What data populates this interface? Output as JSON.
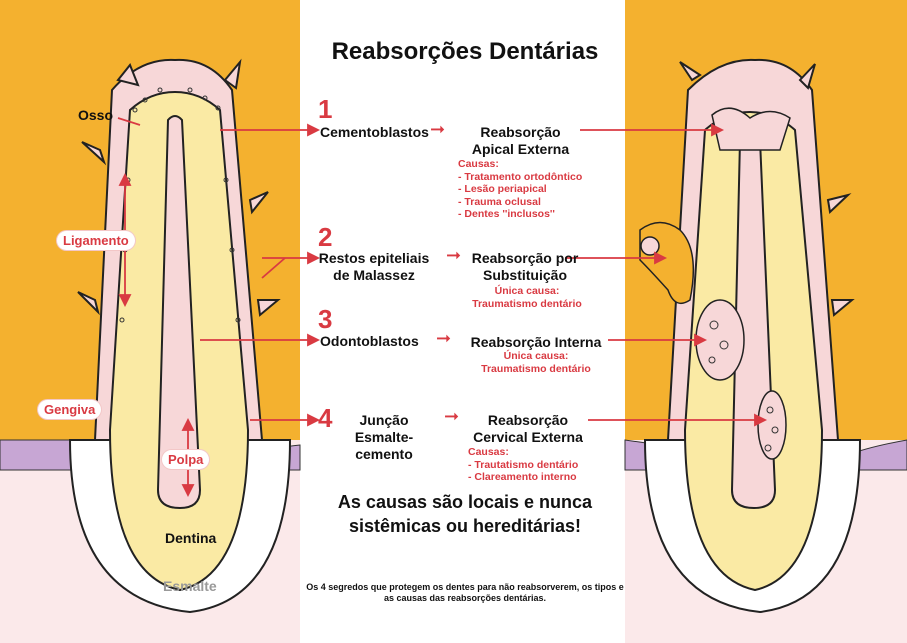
{
  "title": "Reabsorções Dentárias",
  "tooth_labels": {
    "osso": "Osso",
    "ligamento": "Ligamento",
    "gengiva": "Gengiva",
    "polpa": "Polpa",
    "dentina": "Dentina",
    "esmalte": "Esmalte"
  },
  "items": [
    {
      "number": "1",
      "source": "Cementoblastos",
      "result": "Reabsorção Apical Externa",
      "causes_title": "Causas:",
      "causes": [
        "- Tratamento ortodôntico",
        "- Lesão periapical",
        "- Trauma oclusal",
        "- Dentes ''inclusos''"
      ]
    },
    {
      "number": "2",
      "source": "Restos epiteliais de Malassez",
      "result": "Reabsorção por Substituição",
      "causes_title": "Única causa:",
      "causes": [
        "Traumatismo dentário"
      ]
    },
    {
      "number": "3",
      "source": "Odontoblastos",
      "result": "Reabsorção Interna",
      "causes_title": "Única causa:",
      "causes": [
        "Traumatismo dentário"
      ]
    },
    {
      "number": "4",
      "source": "Junção Esmalte-cemento",
      "result": "Reabsorção Cervical Externa",
      "causes_title": "Causas:",
      "causes": [
        "- Trautatismo dentário",
        "- Clareamento interno"
      ]
    }
  ],
  "conclusion": "As causas são locais e nunca sistêmicas ou hereditárias!",
  "footnote": "Os 4 segredos que protegem os dentes para não reabsorverem, os tipos e as causas das reabsorções dentárias.",
  "colors": {
    "bone": "#f4b12f",
    "gum_bg": "#fbe9ea",
    "dentin": "#faeaa4",
    "pulp": "#f7d7d8",
    "gum_purple": "#c7a6d4",
    "accent_red": "#d93a42"
  }
}
